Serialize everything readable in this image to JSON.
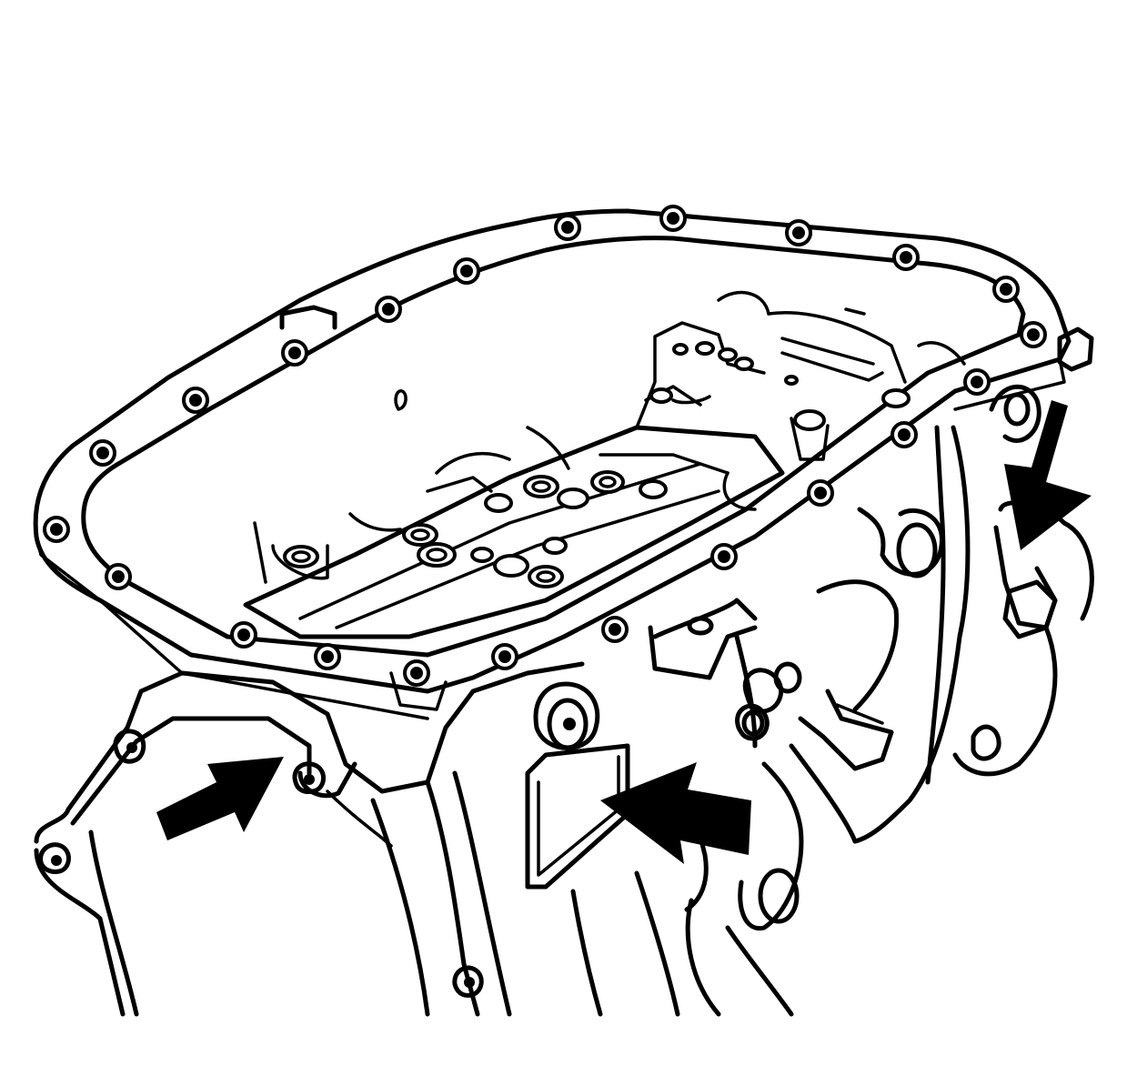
{
  "figure": {
    "type": "line-illustration",
    "subject": "transmission-oil-pan-removed-valve-body-view",
    "background": "#ffffff",
    "line_color": "#000000",
    "callout_arrow_count": 3
  }
}
